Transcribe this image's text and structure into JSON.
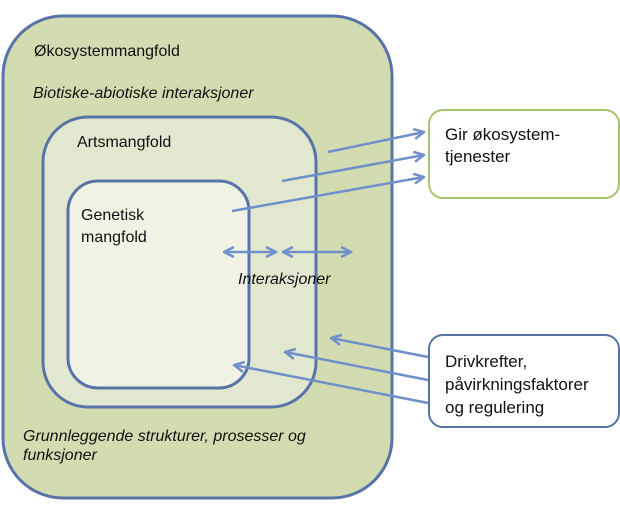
{
  "colors": {
    "outer_fill": "#d3dcb0",
    "middle_fill": "#e2e8cf",
    "inner_fill": "#f0f2e4",
    "box_stroke": "#5873a8",
    "arrow": "#7090cc",
    "services_border": "#a8c36e",
    "drivers_border": "#5873a8"
  },
  "outer_box": {
    "title": "Økosystemmangfold",
    "subtitle": "Biotiske-abiotiske interaksjoner",
    "footer_line1": "Grunnleggende strukturer, prosesser og",
    "footer_line2": "funksjoner"
  },
  "middle_box": {
    "title": "Artsmangfold"
  },
  "inner_box": {
    "title_line1": "Genetisk",
    "title_line2": "mangfold"
  },
  "interactions_label": "Interaksjoner",
  "services_box": {
    "line1": "Gir økosystem-",
    "line2": "tjenester"
  },
  "drivers_box": {
    "line1": "Drivkrefter,",
    "line2": "påvirkningsfaktorer",
    "line3": "og regulering"
  }
}
